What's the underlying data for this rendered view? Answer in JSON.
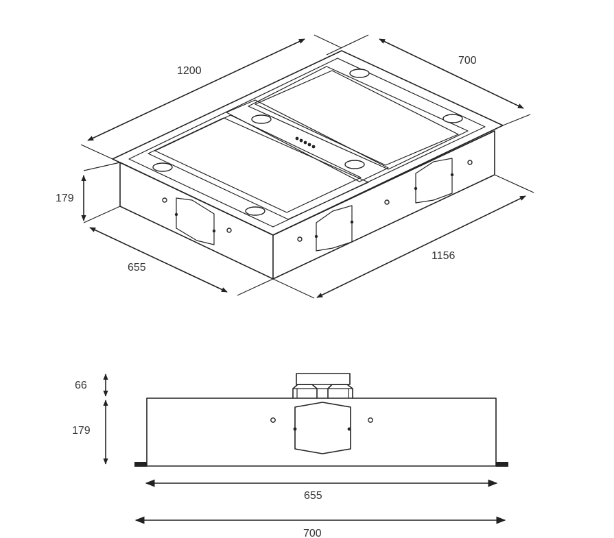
{
  "dimensions": {
    "iso_width": "1200",
    "iso_depth": "700",
    "iso_height": "179",
    "iso_inner_depth": "655",
    "iso_inner_width": "1156",
    "front_top_height": "66",
    "front_body_height": "179",
    "front_inner_width": "655",
    "front_outer_width": "700"
  },
  "colors": {
    "line": "#222222",
    "text": "#333333",
    "background": "#ffffff"
  },
  "icons": {
    "arrow": "filled-triangle-arrowhead",
    "screw": "filled-dot",
    "hole": "open-circle"
  }
}
